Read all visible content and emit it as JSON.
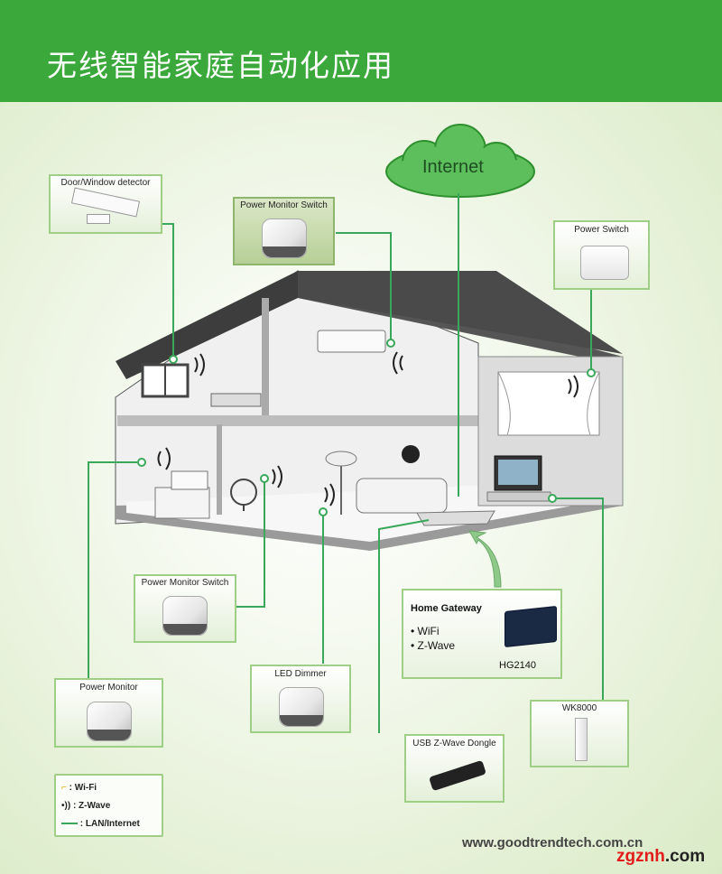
{
  "title": "无线智能家庭自动化应用",
  "cloud": {
    "label": "Internet"
  },
  "devices": {
    "door_window": "Door/Window detector",
    "pms_top": "Power Monitor Switch",
    "power_switch": "Power Switch",
    "pms_mid": "Power Monitor Switch",
    "power_monitor": "Power Monitor",
    "led_dimmer": "LED Dimmer",
    "usb_dongle": "USB Z-Wave Dongle",
    "wk8000": "WK8000"
  },
  "gateway": {
    "title": "Home Gateway",
    "bullets": [
      "• WiFi",
      "• Z-Wave"
    ],
    "model": "HG2140"
  },
  "legend": {
    "wifi": ": Wi-Fi",
    "zwave": ": Z-Wave",
    "lan": ": LAN/Internet"
  },
  "website": "www.goodtrendtech.com.cn",
  "watermark": {
    "part1": "zgznh",
    "part2": ".com"
  },
  "colors": {
    "header": "#3aa83a",
    "line": "#3aa85a",
    "box_border": "#9fcf86",
    "roof": "#4a4a4a"
  }
}
